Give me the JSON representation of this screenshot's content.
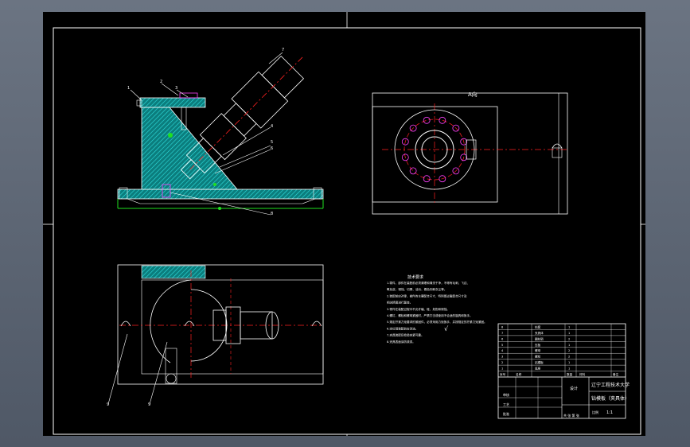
{
  "view_title": "A向",
  "notes": {
    "heading": "技术要求",
    "lines": [
      "1.零件、部件在装配前必须清理和清洗干净，不得有毛刺、飞边、",
      "氧化皮、锈蚀、切屑、油污、着色剂和灰尘等。",
      "2.装配前应对零、部件的主要配合尺寸，特别是过盈配合尺寸及",
      "相关精度进行复查。",
      "3.零件在装配过程中不允许磕、碰、划伤和锈蚀。",
      "4.螺钉、螺栓和螺母紧固时，严禁打击或使用不合适的旋具和扳手。",
      "5.规定拧紧力矩要求的紧固件，必须采用力矩扳手，并按规定的拧紧力矩紧固。",
      "6.定位销装配前应涂油。",
      "7.夹具装配后检验夹紧可靠。",
      "8.夹具表面涂防锈漆。"
    ],
    "surface_symbol": "√"
  },
  "balloons": [
    "1",
    "2",
    "3",
    "4",
    "5",
    "6",
    "7",
    "8",
    "9"
  ],
  "title_block": {
    "school": "辽宁工程技术大学",
    "drawing_name": "钻模板（夹具体）",
    "label_design": "设计",
    "label_check": "审核",
    "label_process": "工艺",
    "label_approve": "批准",
    "label_scale": "比例",
    "scale": "1:1",
    "sheet": "共 张 第 张",
    "parts": [
      {
        "no": "8",
        "name": "钻套",
        "qty": "1"
      },
      {
        "no": "7",
        "name": "夹具体",
        "qty": "1"
      },
      {
        "no": "6",
        "name": "圆柱销",
        "qty": "2"
      },
      {
        "no": "5",
        "name": "压板",
        "qty": "1"
      },
      {
        "no": "4",
        "name": "螺母",
        "qty": "2"
      },
      {
        "no": "3",
        "name": "螺栓",
        "qty": "2"
      },
      {
        "no": "2",
        "name": "钻模板",
        "qty": "1"
      },
      {
        "no": "1",
        "name": "底座",
        "qty": "1"
      }
    ],
    "header": [
      "序号",
      "名称",
      "数量",
      "材料",
      "备注"
    ]
  },
  "colors": {
    "paper": "#000000",
    "frame": "#ffffff",
    "hatch": "#14b4b4",
    "center": "#ff2020",
    "green": "#20e020",
    "magenta": "#ff40ff",
    "yellow": "#ffff40"
  }
}
